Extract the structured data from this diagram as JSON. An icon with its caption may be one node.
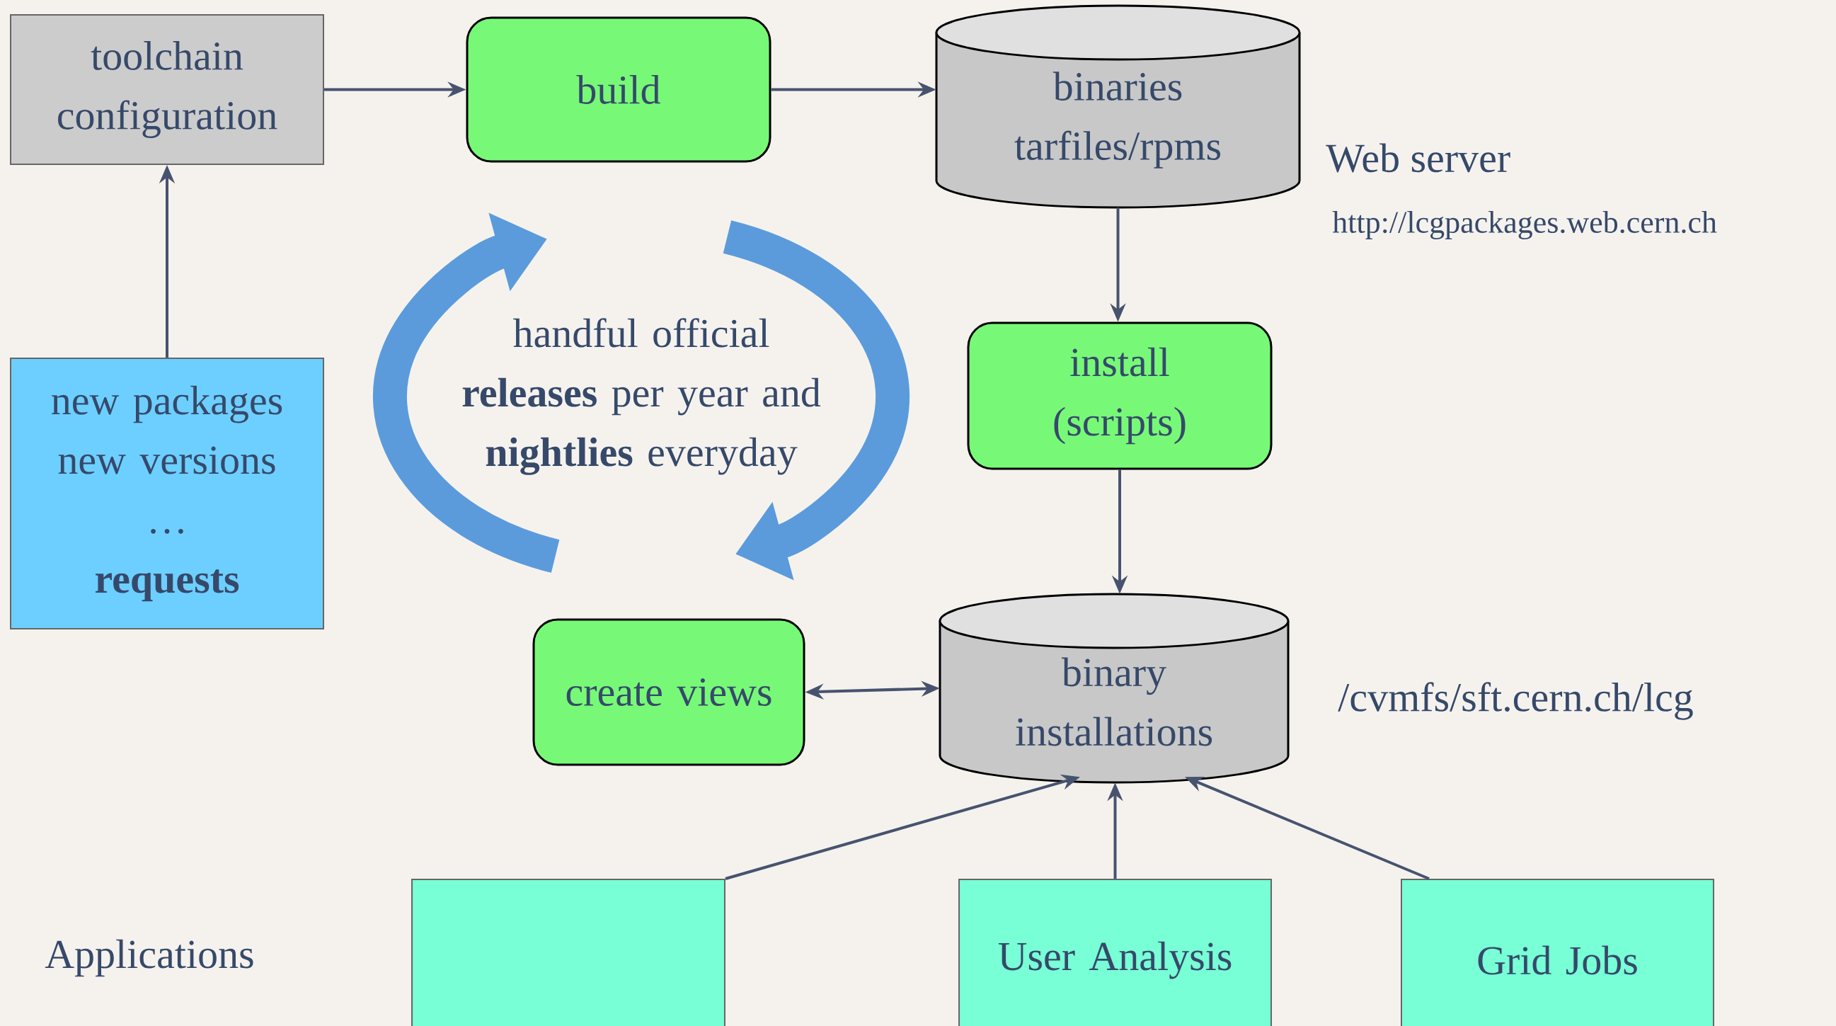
{
  "diagram": {
    "nodes": [
      {
        "text": [
          "toolchain configuration"
        ]
      },
      {
        "text": [
          "build"
        ]
      },
      {
        "text": [
          "binaries tarfiles/rpms"
        ],
        "beside": [
          "Web server",
          "http://lcgpackages.web.cern.ch"
        ]
      },
      {
        "text": [
          "install (scripts)"
        ]
      },
      {
        "text": [
          "create views"
        ]
      },
      {
        "text": [
          "binary installations"
        ],
        "beside": [
          "/cvmfs/sft.cern.ch/lcg"
        ]
      },
      {
        "text": [
          "new packages new versions",
          "…",
          "requests"
        ]
      },
      {
        "text": [],
        "shape": "box"
      },
      {
        "text": [
          "User Analysis"
        ]
      },
      {
        "text": [
          "Grid Jobs"
        ]
      }
    ],
    "edges": [
      {
        "from": 0,
        "to": 1,
        "arrow": "to"
      },
      {
        "from": 1,
        "to": 2,
        "arrow": "to"
      },
      {
        "from": 6,
        "to": 0,
        "arrow": "to"
      },
      {
        "from": 2,
        "to": 3,
        "arrow": "to"
      },
      {
        "from": 3,
        "to": 5,
        "arrow": "to"
      },
      {
        "from": 4,
        "to": 5,
        "arrow": "both"
      },
      {
        "from": 7,
        "to": 5,
        "arrow": "to"
      },
      {
        "from": 8,
        "to": 5,
        "arrow": "to"
      },
      {
        "from": 9,
        "to": 5,
        "arrow": "to"
      }
    ],
    "labels": [
      "handful official **releases** per year and **nightlies** everyday",
      "Applications"
    ]
  }
}
